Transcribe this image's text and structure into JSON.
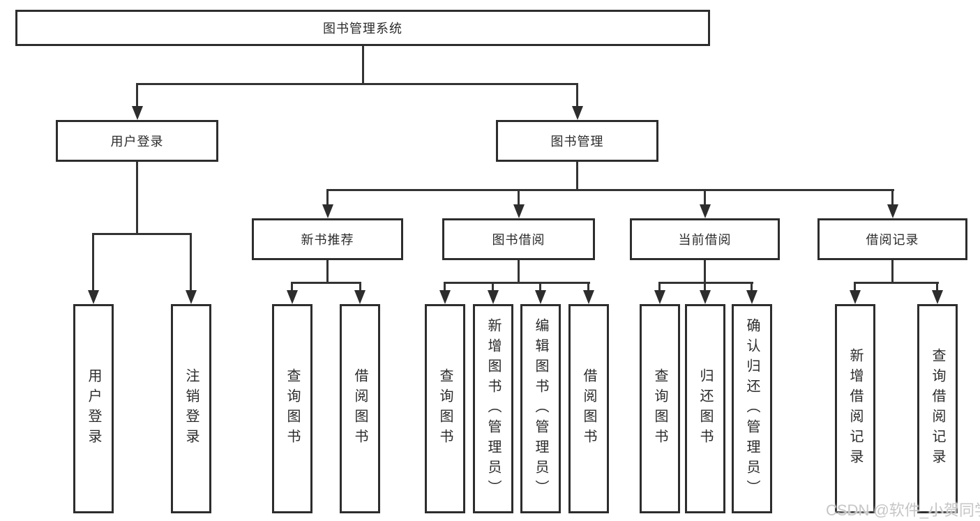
{
  "diagram": {
    "background": "#ffffff",
    "box_border_color": "#2d2d2d",
    "line_color": "#333333",
    "text_color": "#2b2b2b"
  },
  "nodes": {
    "root": {
      "label": "图书管理系统"
    },
    "level2": {
      "user_login": {
        "label": "用户登录"
      },
      "book_management": {
        "label": "图书管理"
      }
    },
    "level3": {
      "new_book_recommend": {
        "label": "新书推荐"
      },
      "book_borrowing": {
        "label": "图书借阅"
      },
      "current_borrowing": {
        "label": "当前借阅"
      },
      "borrowing_records": {
        "label": "借阅记录"
      }
    },
    "leaves": {
      "user_login": {
        "label": "用户登录"
      },
      "logout": {
        "label": "注销登录"
      },
      "recommend_query_books": {
        "label": "查询图书"
      },
      "recommend_borrow_books": {
        "label": "借阅图书"
      },
      "borrowing_query_books": {
        "label": "查询图书"
      },
      "borrowing_add_books": {
        "label": "新增图书（管理员）"
      },
      "borrowing_edit_books": {
        "label": "编辑图书（管理员）"
      },
      "borrowing_borrow_books": {
        "label": "借阅图书"
      },
      "current_query_books": {
        "label": "查询图书"
      },
      "current_return_books": {
        "label": "归还图书"
      },
      "current_confirm_return": {
        "label": "确认归还（管理员）"
      },
      "records_add_record": {
        "label": "新增借阅记录"
      },
      "records_query_record": {
        "label": "查询借阅记录"
      }
    }
  },
  "watermark": {
    "text": "CSDN @软件_小贺同学",
    "color": "#c6c6c6"
  }
}
